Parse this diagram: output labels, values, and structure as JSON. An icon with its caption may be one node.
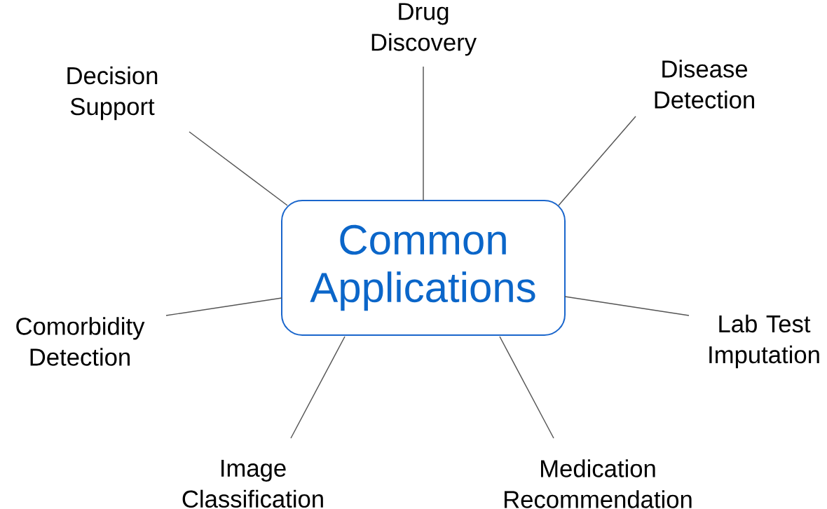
{
  "diagram": {
    "nodes": [
      {
        "text": [
          "Common Applications"
        ]
      },
      {
        "text": [
          "Drug Discovery"
        ]
      },
      {
        "text": [
          "Decision Support"
        ]
      },
      {
        "text": [
          "Disease Detection"
        ]
      },
      {
        "text": [
          "Comorbidity Detection"
        ]
      },
      {
        "text": [
          "Lab Test Imputation"
        ]
      },
      {
        "text": [
          "Image Classification"
        ]
      },
      {
        "text": [
          "Medication Recommendation"
        ]
      }
    ],
    "edges": [
      {
        "from": 0,
        "to": 1,
        "arrow": "none"
      },
      {
        "from": 0,
        "to": 2,
        "arrow": "none"
      },
      {
        "from": 0,
        "to": 3,
        "arrow": "none"
      },
      {
        "from": 0,
        "to": 4,
        "arrow": "none"
      },
      {
        "from": 0,
        "to": 5,
        "arrow": "none"
      },
      {
        "from": 0,
        "to": 6,
        "arrow": "none"
      },
      {
        "from": 0,
        "to": 7,
        "arrow": "none"
      }
    ]
  }
}
